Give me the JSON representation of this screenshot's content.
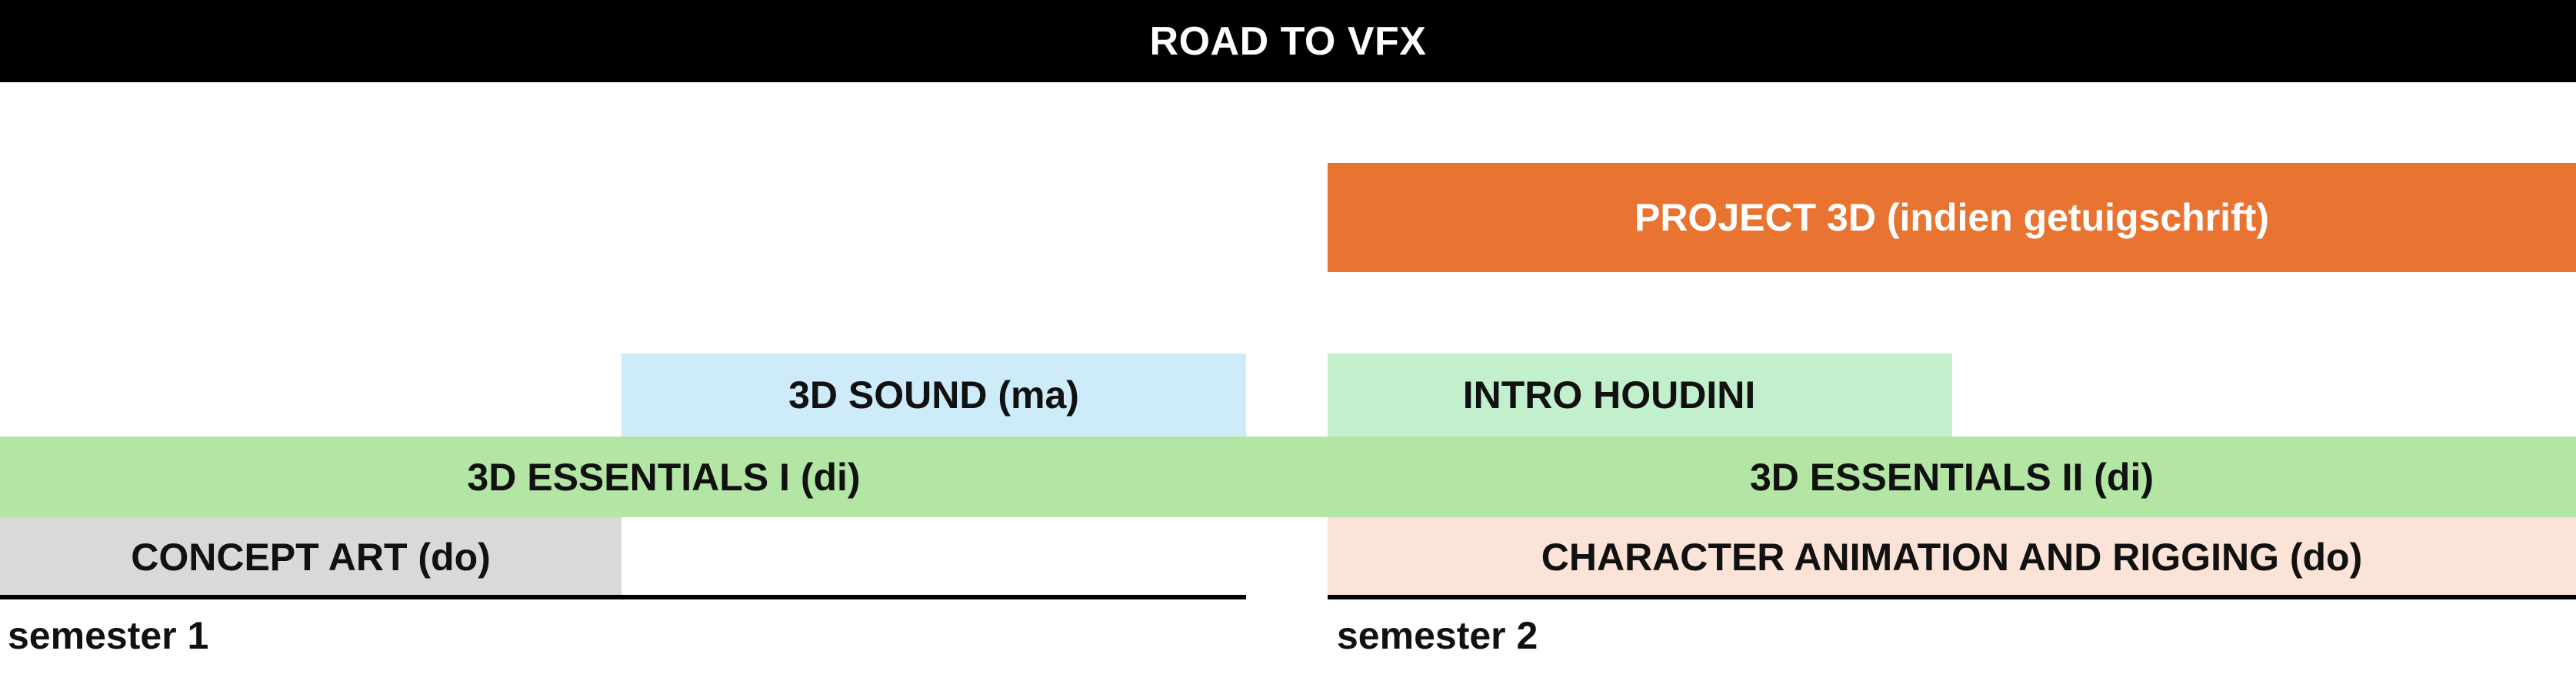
{
  "title": "ROAD TO VFX",
  "colors": {
    "title_bg": "#000000",
    "project3d": "#E97432",
    "sound": "#CDEBF8",
    "houdini": "#C3F0CC",
    "essentials": "#B3E5A4",
    "concept": "#D9D9D9",
    "character": "#FBE3D8"
  },
  "blocks": {
    "project3d": "PROJECT 3D (indien getuigschrift)",
    "sound": "3D SOUND (ma)",
    "houdini": "INTRO HOUDINI",
    "essentials1": "3D ESSENTIALS I (di)",
    "essentials2": "3D ESSENTIALS II (di)",
    "concept": "CONCEPT ART (do)",
    "character": "CHARACTER ANIMATION AND RIGGING (do)"
  },
  "semesters": [
    "semester 1",
    "semester 2"
  ]
}
